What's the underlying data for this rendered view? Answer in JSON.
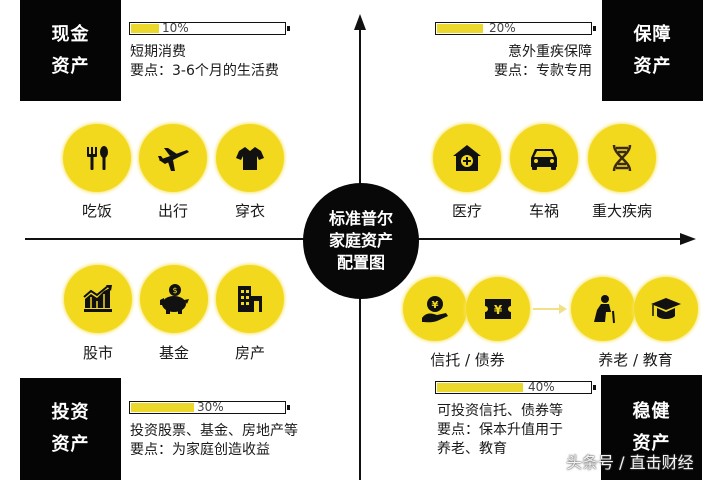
{
  "center": {
    "lines": [
      "标准普尔",
      "家庭资产",
      "配置图"
    ]
  },
  "quadrants": {
    "top_left": {
      "title_lines": [
        "现金",
        "资产"
      ],
      "percent": "10%",
      "percent_value": 10,
      "desc_lines": [
        "短期消费",
        "要点：3-6个月的生活费"
      ],
      "items": [
        {
          "label": "吃饭",
          "icon": "fork-spoon-icon"
        },
        {
          "label": "出行",
          "icon": "airplane-icon"
        },
        {
          "label": "穿衣",
          "icon": "shirt-icon"
        }
      ]
    },
    "top_right": {
      "title_lines": [
        "保障",
        "资产"
      ],
      "percent": "20%",
      "percent_value": 20,
      "desc_lines": [
        "意外重疾保障",
        "要点：专款专用"
      ],
      "items": [
        {
          "label": "医疗",
          "icon": "hospital-icon"
        },
        {
          "label": "车祸",
          "icon": "car-icon"
        },
        {
          "label": "重大疾病",
          "icon": "dna-icon"
        }
      ]
    },
    "bottom_left": {
      "title_lines": [
        "投资",
        "资产"
      ],
      "percent": "30%",
      "percent_value": 30,
      "desc_lines": [
        "投资股票、基金、房地产等",
        "要点：为家庭创造收益"
      ],
      "items": [
        {
          "label": "股市",
          "icon": "stock-chart-icon"
        },
        {
          "label": "基金",
          "icon": "piggy-bank-icon"
        },
        {
          "label": "房产",
          "icon": "building-icon"
        }
      ]
    },
    "bottom_right": {
      "title_lines": [
        "稳健",
        "资产"
      ],
      "percent": "40%",
      "percent_value": 40,
      "desc_lines": [
        "可投资信托、债券等",
        "要点：保本升值用于",
        "养老、教育"
      ],
      "group_labels": [
        "信托 / 债券",
        "养老 / 教育"
      ],
      "items": [
        {
          "icon": "hand-coin-yuan-icon"
        },
        {
          "icon": "ticket-yuan-icon"
        },
        {
          "icon": "elderly-person-icon"
        },
        {
          "icon": "graduation-cap-icon"
        }
      ]
    }
  },
  "colors": {
    "accent_yellow": "#f3d91e",
    "bar_yellow": "#ecd82a",
    "black": "#050505"
  },
  "watermark": "头条号 / 直击财经"
}
